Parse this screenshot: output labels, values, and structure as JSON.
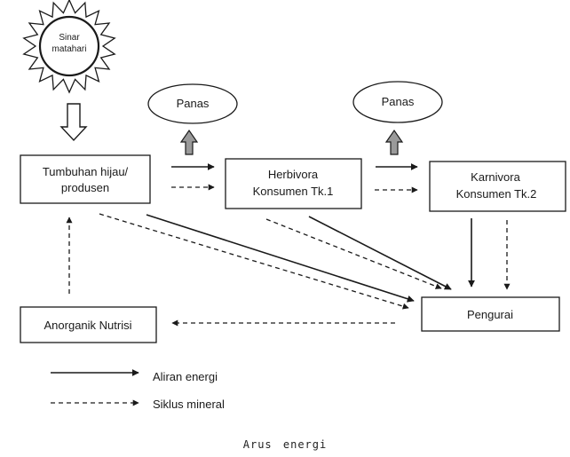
{
  "sun": {
    "label_line1": "Sinar",
    "label_line2": "matahari"
  },
  "heat": {
    "label_left": "Panas",
    "label_right": "Panas"
  },
  "nodes": {
    "producer": {
      "line1": "Tumbuhan hijau/",
      "line2": "produsen"
    },
    "herbivore": {
      "line1": "Herbivora",
      "line2": "Konsumen Tk.1"
    },
    "carnivore": {
      "line1": "Karnivora",
      "line2": "Konsumen Tk.2"
    },
    "decomposer": {
      "label": "Pengurai"
    },
    "inorganic": {
      "label": "Anorganik Nutrisi"
    }
  },
  "legend": {
    "energy_flow": "Aliran energi",
    "mineral_cycle": "Siklus mineral"
  },
  "caption": "Arus energi"
}
